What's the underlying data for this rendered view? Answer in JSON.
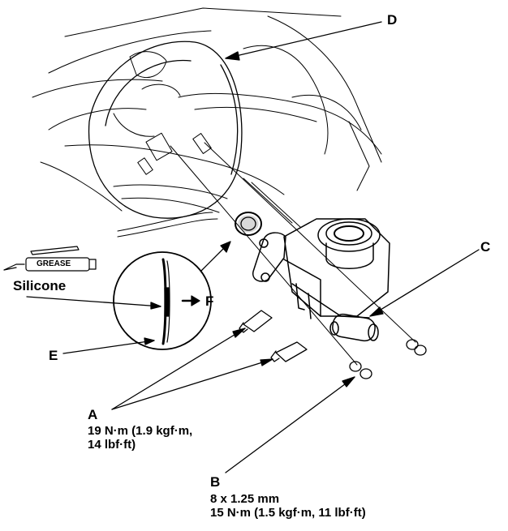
{
  "labels": {
    "a": "A",
    "b": "B",
    "c": "C",
    "d": "D",
    "e": "E",
    "f": "F",
    "silicone": "Silicone",
    "grease": "GREASE"
  },
  "callout_a": {
    "torque": "19 N·m (1.9 kgf·m,",
    "torque_cont": "14 lbf·ft)"
  },
  "callout_b": {
    "size": "8 x 1.25 mm",
    "torque": "15 N·m (1.5 kgf·m, 11 lbf·ft)"
  },
  "colors": {
    "ink": "#000000",
    "paper": "#ffffff"
  }
}
